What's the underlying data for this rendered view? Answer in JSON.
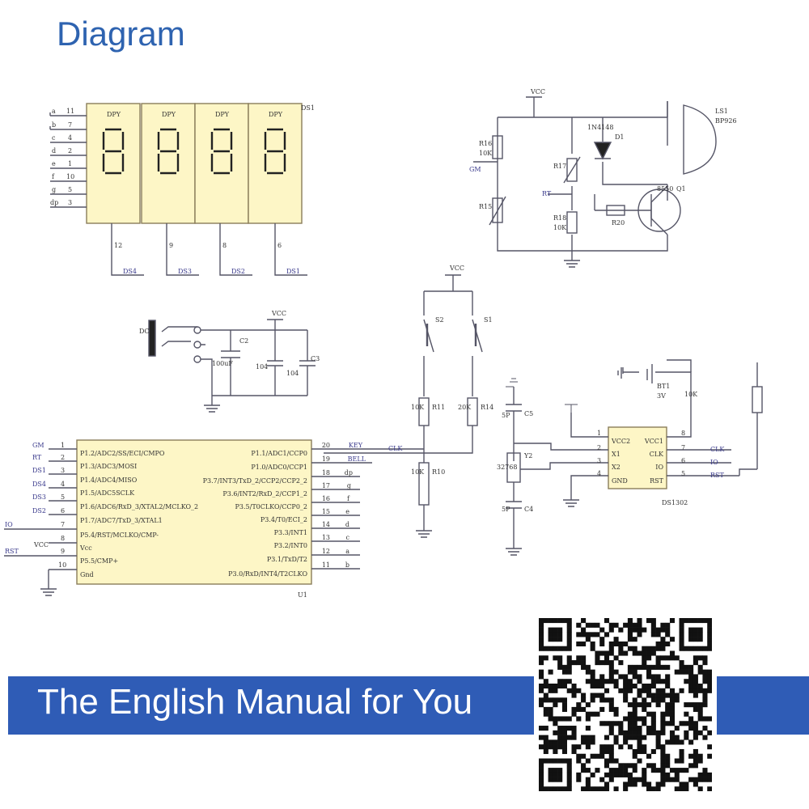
{
  "header": {
    "title": "Diagram"
  },
  "banner": {
    "text": "The English Manual for You"
  },
  "colors": {
    "title": "#2e63b0",
    "banner": "#2f5cb6",
    "display_fill": "#fdf6c6",
    "wire": "#555566",
    "net_label": "#3a3a8c"
  },
  "display": {
    "ref": "DS1",
    "digit_label": "DPY",
    "pins": [
      {
        "name": "a",
        "num": "11"
      },
      {
        "name": "b",
        "num": "7"
      },
      {
        "name": "c",
        "num": "4"
      },
      {
        "name": "d",
        "num": "2"
      },
      {
        "name": "e",
        "num": "1"
      },
      {
        "name": "f",
        "num": "10"
      },
      {
        "name": "g",
        "num": "5"
      },
      {
        "name": "dp",
        "num": "3"
      }
    ],
    "digits": [
      "DS4",
      "DS3",
      "DS2",
      "DS1"
    ],
    "common_pins": [
      "12",
      "9",
      "8",
      "6"
    ]
  },
  "mcu": {
    "ref": "U1",
    "left_pins": [
      {
        "num": "1",
        "name": "P1.2/ADC2/SS/ECI/CMPO",
        "net": "GM"
      },
      {
        "num": "2",
        "name": "P1.3/ADC3/MOSI",
        "net": "RT"
      },
      {
        "num": "3",
        "name": "P1.4/ADC4/MISO",
        "net": "DS1"
      },
      {
        "num": "4",
        "name": "P1.5/ADC5SCLK",
        "net": "DS4"
      },
      {
        "num": "5",
        "name": "P1.6/ADC6/RxD_3/XTAL2/MCLKO_2",
        "net": "DS3"
      },
      {
        "num": "6",
        "name": "P1.7/ADC7/TxD_3/XTAL1",
        "net": "DS2"
      },
      {
        "num": "7",
        "name": "P5.4/RST/MCLKO/CMP-",
        "net": "IO"
      },
      {
        "num": "8",
        "name": "Vcc",
        "net": "VCC"
      },
      {
        "num": "9",
        "name": "P5.5/CMP+",
        "net": "RST"
      },
      {
        "num": "10",
        "name": "Gnd",
        "net": ""
      }
    ],
    "right_pins": [
      {
        "num": "20",
        "name": "P1.1/ADC1/CCP0",
        "net": "KEY"
      },
      {
        "num": "19",
        "name": "P1.0/ADC0/CCP1",
        "net": "BELL"
      },
      {
        "num": "18",
        "name": "P3.7/INT3/TxD_2/CCP2/CCP2_2",
        "net": "dp"
      },
      {
        "num": "17",
        "name": "P3.6/INT2/RxD_2/CCP1_2",
        "net": "g"
      },
      {
        "num": "16",
        "name": "P3.5/T0CLKO/CCP0_2",
        "net": "f"
      },
      {
        "num": "15",
        "name": "P3.4/T0/ECI_2",
        "net": "e"
      },
      {
        "num": "14",
        "name": "P3.3/INT1",
        "net": "d"
      },
      {
        "num": "13",
        "name": "P3.2/INT0",
        "net": "c"
      },
      {
        "num": "12",
        "name": "P3.1/TxD/T2",
        "net": "a"
      },
      {
        "num": "11",
        "name": "P3.0/RxD/INT4/T2CLKO",
        "net": "b"
      }
    ]
  },
  "rtc": {
    "ref": "DS1302",
    "pins_left": [
      {
        "num": "1",
        "name": "VCC2"
      },
      {
        "num": "2",
        "name": "X1"
      },
      {
        "num": "3",
        "name": "X2"
      },
      {
        "num": "4",
        "name": "GND"
      }
    ],
    "pins_right": [
      {
        "num": "8",
        "name": "VCC1"
      },
      {
        "num": "7",
        "name": "CLK",
        "net": "CLK"
      },
      {
        "num": "6",
        "name": "IO",
        "net": "IO"
      },
      {
        "num": "5",
        "name": "RST",
        "net": "RST"
      }
    ],
    "battery": "BT1",
    "battery_val": "3V",
    "r_val": "10K",
    "crystal": "Y2",
    "crystal_val": "32768",
    "c_top": "C5",
    "c_bot": "C4",
    "c_val": "5P"
  },
  "sensor": {
    "vcc": "VCC",
    "gm": "GM",
    "rt": "RT",
    "r16": "R16",
    "r16_val": "10K",
    "r15": "R15",
    "r17": "R17",
    "r18": "R18",
    "r18_val": "10K",
    "q1": "Q1",
    "q1_val": "8550",
    "ls1": "LS1",
    "ls1_val": "BP926",
    "d1": "D1",
    "d1_val": "1N4148",
    "r20": "R20"
  },
  "keys": {
    "vcc": "VCC",
    "s1": "S1",
    "s2": "S2",
    "r11": "R11",
    "r11_val": "10K",
    "r14": "R14",
    "r14_val": "20K",
    "r10": "R10",
    "r10_val": "10K",
    "key": "KEY",
    "clk": "CLK",
    "bell": "BELL"
  },
  "power": {
    "vcc": "VCC",
    "c2": "C2",
    "c2_val": "100uF",
    "c3": "C3",
    "c3_val": "104",
    "c_val2": "104",
    "conn": "DC"
  }
}
